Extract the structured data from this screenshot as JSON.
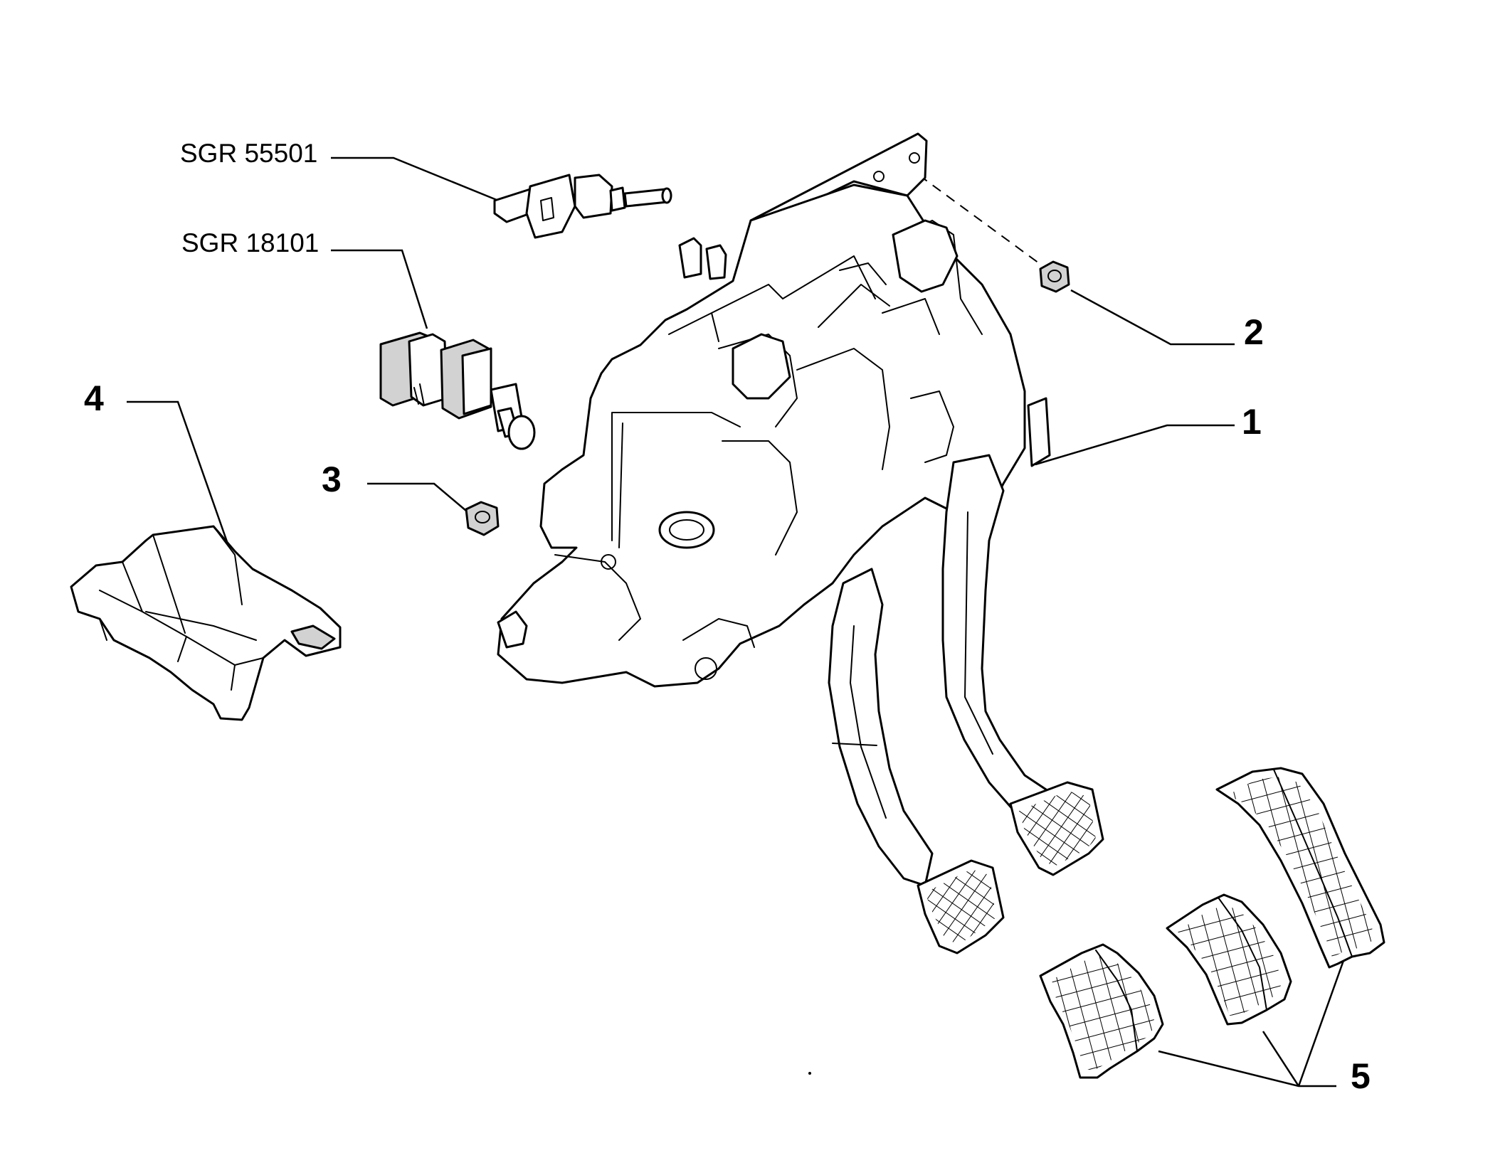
{
  "callouts": {
    "sgr55501": "SGR 55501",
    "sgr18101": "SGR 18101",
    "n1": "1",
    "n2": "2",
    "n3": "3",
    "n4": "4",
    "n5": "5"
  }
}
